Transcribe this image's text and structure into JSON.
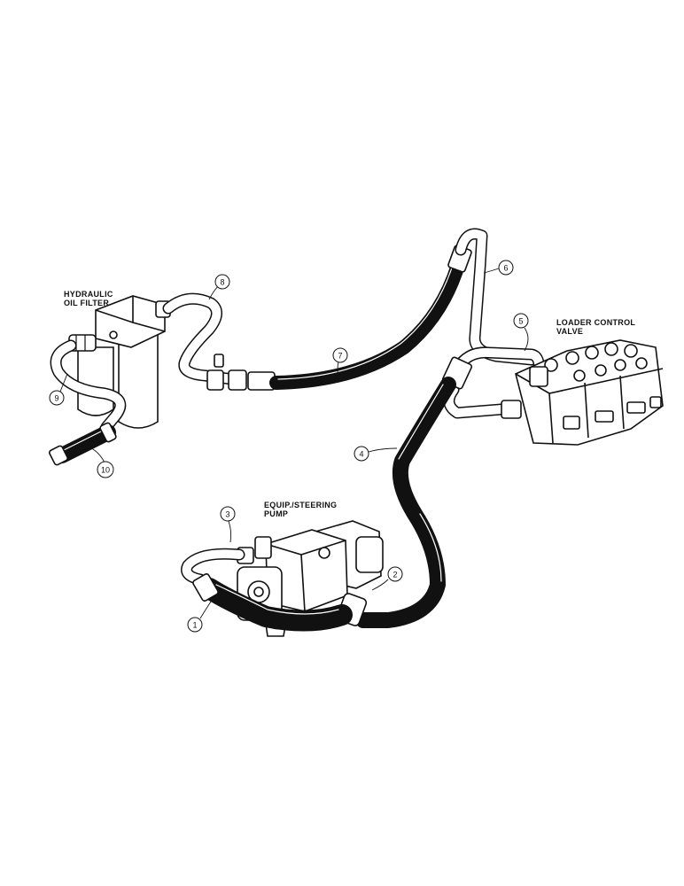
{
  "components": {
    "filter_label": [
      "HYDRAULIC",
      "OIL FILTER"
    ],
    "pump_label": [
      "EQUIP./STEERING",
      "PUMP"
    ],
    "valve_label": [
      "LOADER CONTROL",
      "VALVE"
    ]
  },
  "callouts": [
    "1",
    "2",
    "3",
    "4",
    "5",
    "6",
    "7",
    "8",
    "9",
    "10"
  ]
}
